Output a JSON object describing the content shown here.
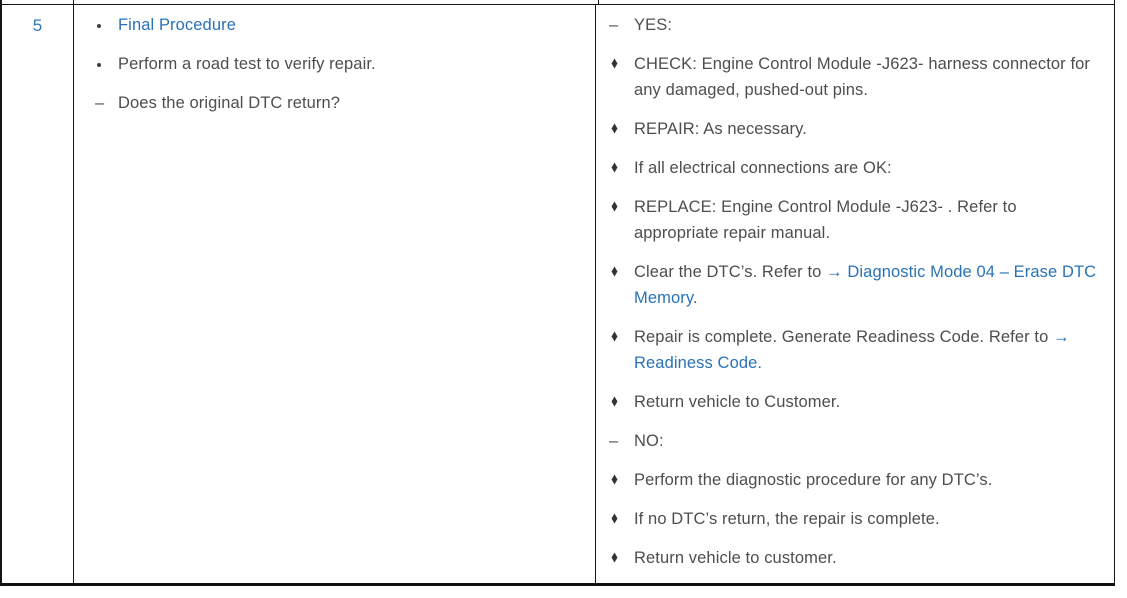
{
  "colors": {
    "link_blue": "#2a72b8",
    "step_number_blue": "#2e75b5",
    "body_text_gray": "#4e4e50",
    "border_black": "#161616"
  },
  "markers": {
    "dot": "·",
    "dash": "–",
    "diamond": "⬩"
  },
  "table": {
    "step_number": "5",
    "procedure_cell": {
      "items": [
        {
          "marker": "dot",
          "segments": [
            {
              "text": "Final Procedure",
              "link": true
            }
          ]
        },
        {
          "marker": "dot",
          "segments": [
            {
              "text": "Perform a road test to verify repair."
            }
          ]
        },
        {
          "marker": "dash",
          "segments": [
            {
              "text": "Does the original DTC return?"
            }
          ]
        }
      ]
    },
    "results_cell": {
      "items": [
        {
          "marker": "dash",
          "segments": [
            {
              "text": "YES:"
            }
          ]
        },
        {
          "marker": "diamond",
          "segments": [
            {
              "text": "CHECK: Engine Control Module -J623- harness connector for any damaged, pushed-out pins."
            }
          ]
        },
        {
          "marker": "diamond",
          "segments": [
            {
              "text": "REPAIR: As necessary."
            }
          ]
        },
        {
          "marker": "diamond",
          "segments": [
            {
              "text": "If all electrical connections are OK:"
            }
          ]
        },
        {
          "marker": "diamond",
          "segments": [
            {
              "text": "REPLACE: Engine Control Module -J623- . Refer to appropriate repair manual."
            }
          ]
        },
        {
          "marker": "diamond",
          "segments": [
            {
              "text": "Clear the DTC’s. Refer to "
            },
            {
              "text": "→ Diagnostic Mode 04 – Erase DTC Memory",
              "link": true
            },
            {
              "text": "."
            }
          ]
        },
        {
          "marker": "diamond",
          "segments": [
            {
              "text": "Repair is complete. Generate Readiness Code. Refer to "
            },
            {
              "text": "→ Readiness Code.",
              "link": true
            }
          ]
        },
        {
          "marker": "diamond",
          "segments": [
            {
              "text": "Return vehicle to Customer."
            }
          ]
        },
        {
          "marker": "dash",
          "segments": [
            {
              "text": "NO:"
            }
          ]
        },
        {
          "marker": "diamond",
          "segments": [
            {
              "text": "Perform the diagnostic procedure for any DTC’s."
            }
          ]
        },
        {
          "marker": "diamond",
          "segments": [
            {
              "text": "If no DTC’s return, the repair is complete."
            }
          ]
        },
        {
          "marker": "diamond",
          "segments": [
            {
              "text": "Return vehicle to customer."
            }
          ]
        }
      ]
    }
  }
}
